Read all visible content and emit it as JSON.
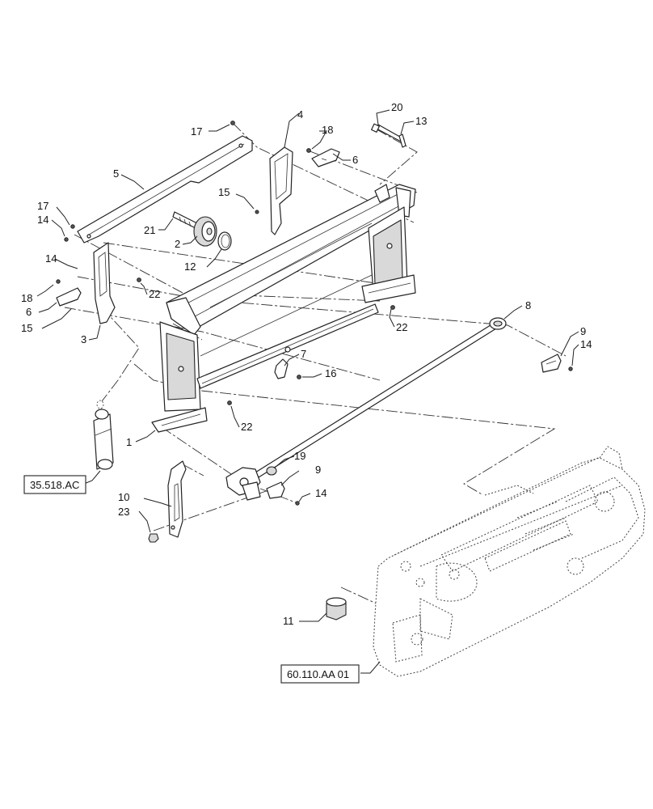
{
  "callouts": {
    "c1": "1",
    "c2": "2",
    "c3": "3",
    "c4": "4",
    "c5": "5",
    "c6a": "6",
    "c6b": "6",
    "c7": "7",
    "c8": "8",
    "c9a": "9",
    "c9b": "9",
    "c10": "10",
    "c11": "11",
    "c12": "12",
    "c13": "13",
    "c14a": "14",
    "c14b": "14",
    "c14c": "14",
    "c14d": "14",
    "c15a": "15",
    "c15b": "15",
    "c16": "16",
    "c17a": "17",
    "c17b": "17",
    "c18a": "18",
    "c18b": "18",
    "c19": "19",
    "c20": "20",
    "c21": "21",
    "c22a": "22",
    "c22b": "22",
    "c22c": "22",
    "c23": "23"
  },
  "references": {
    "cylinder_ref": "35.518.AC",
    "boom_ref": "60.110.AA 01"
  }
}
